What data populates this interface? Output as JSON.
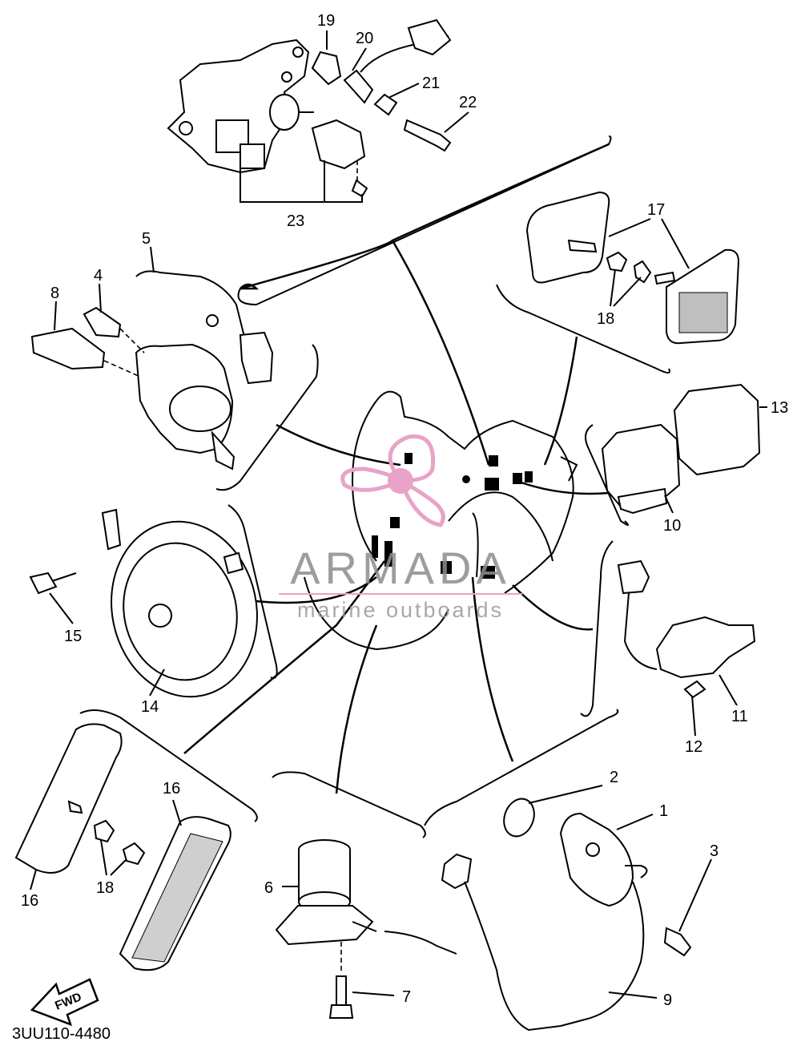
{
  "diagram": {
    "callouts": {
      "c1": "1",
      "c2": "2",
      "c3": "3",
      "c4": "4",
      "c5": "5",
      "c6": "6",
      "c7": "7",
      "c8": "8",
      "c9": "9",
      "c10": "10",
      "c11": "11",
      "c12": "12",
      "c13": "13",
      "c14": "14",
      "c15": "15",
      "c16a": "16",
      "c16b": "16",
      "c17": "17",
      "c18a": "18",
      "c18b": "18",
      "c19": "19",
      "c20": "20",
      "c21": "21",
      "c22": "22",
      "c23": "23"
    },
    "fwd_label": "FWD",
    "drawing_code": "3UU110-4480"
  },
  "watermark": {
    "brand": "ARMADA",
    "tagline": "marine outboards",
    "colors": {
      "logo_pink": "#e8a3c6",
      "logo_text": "#8d8d8d"
    }
  }
}
